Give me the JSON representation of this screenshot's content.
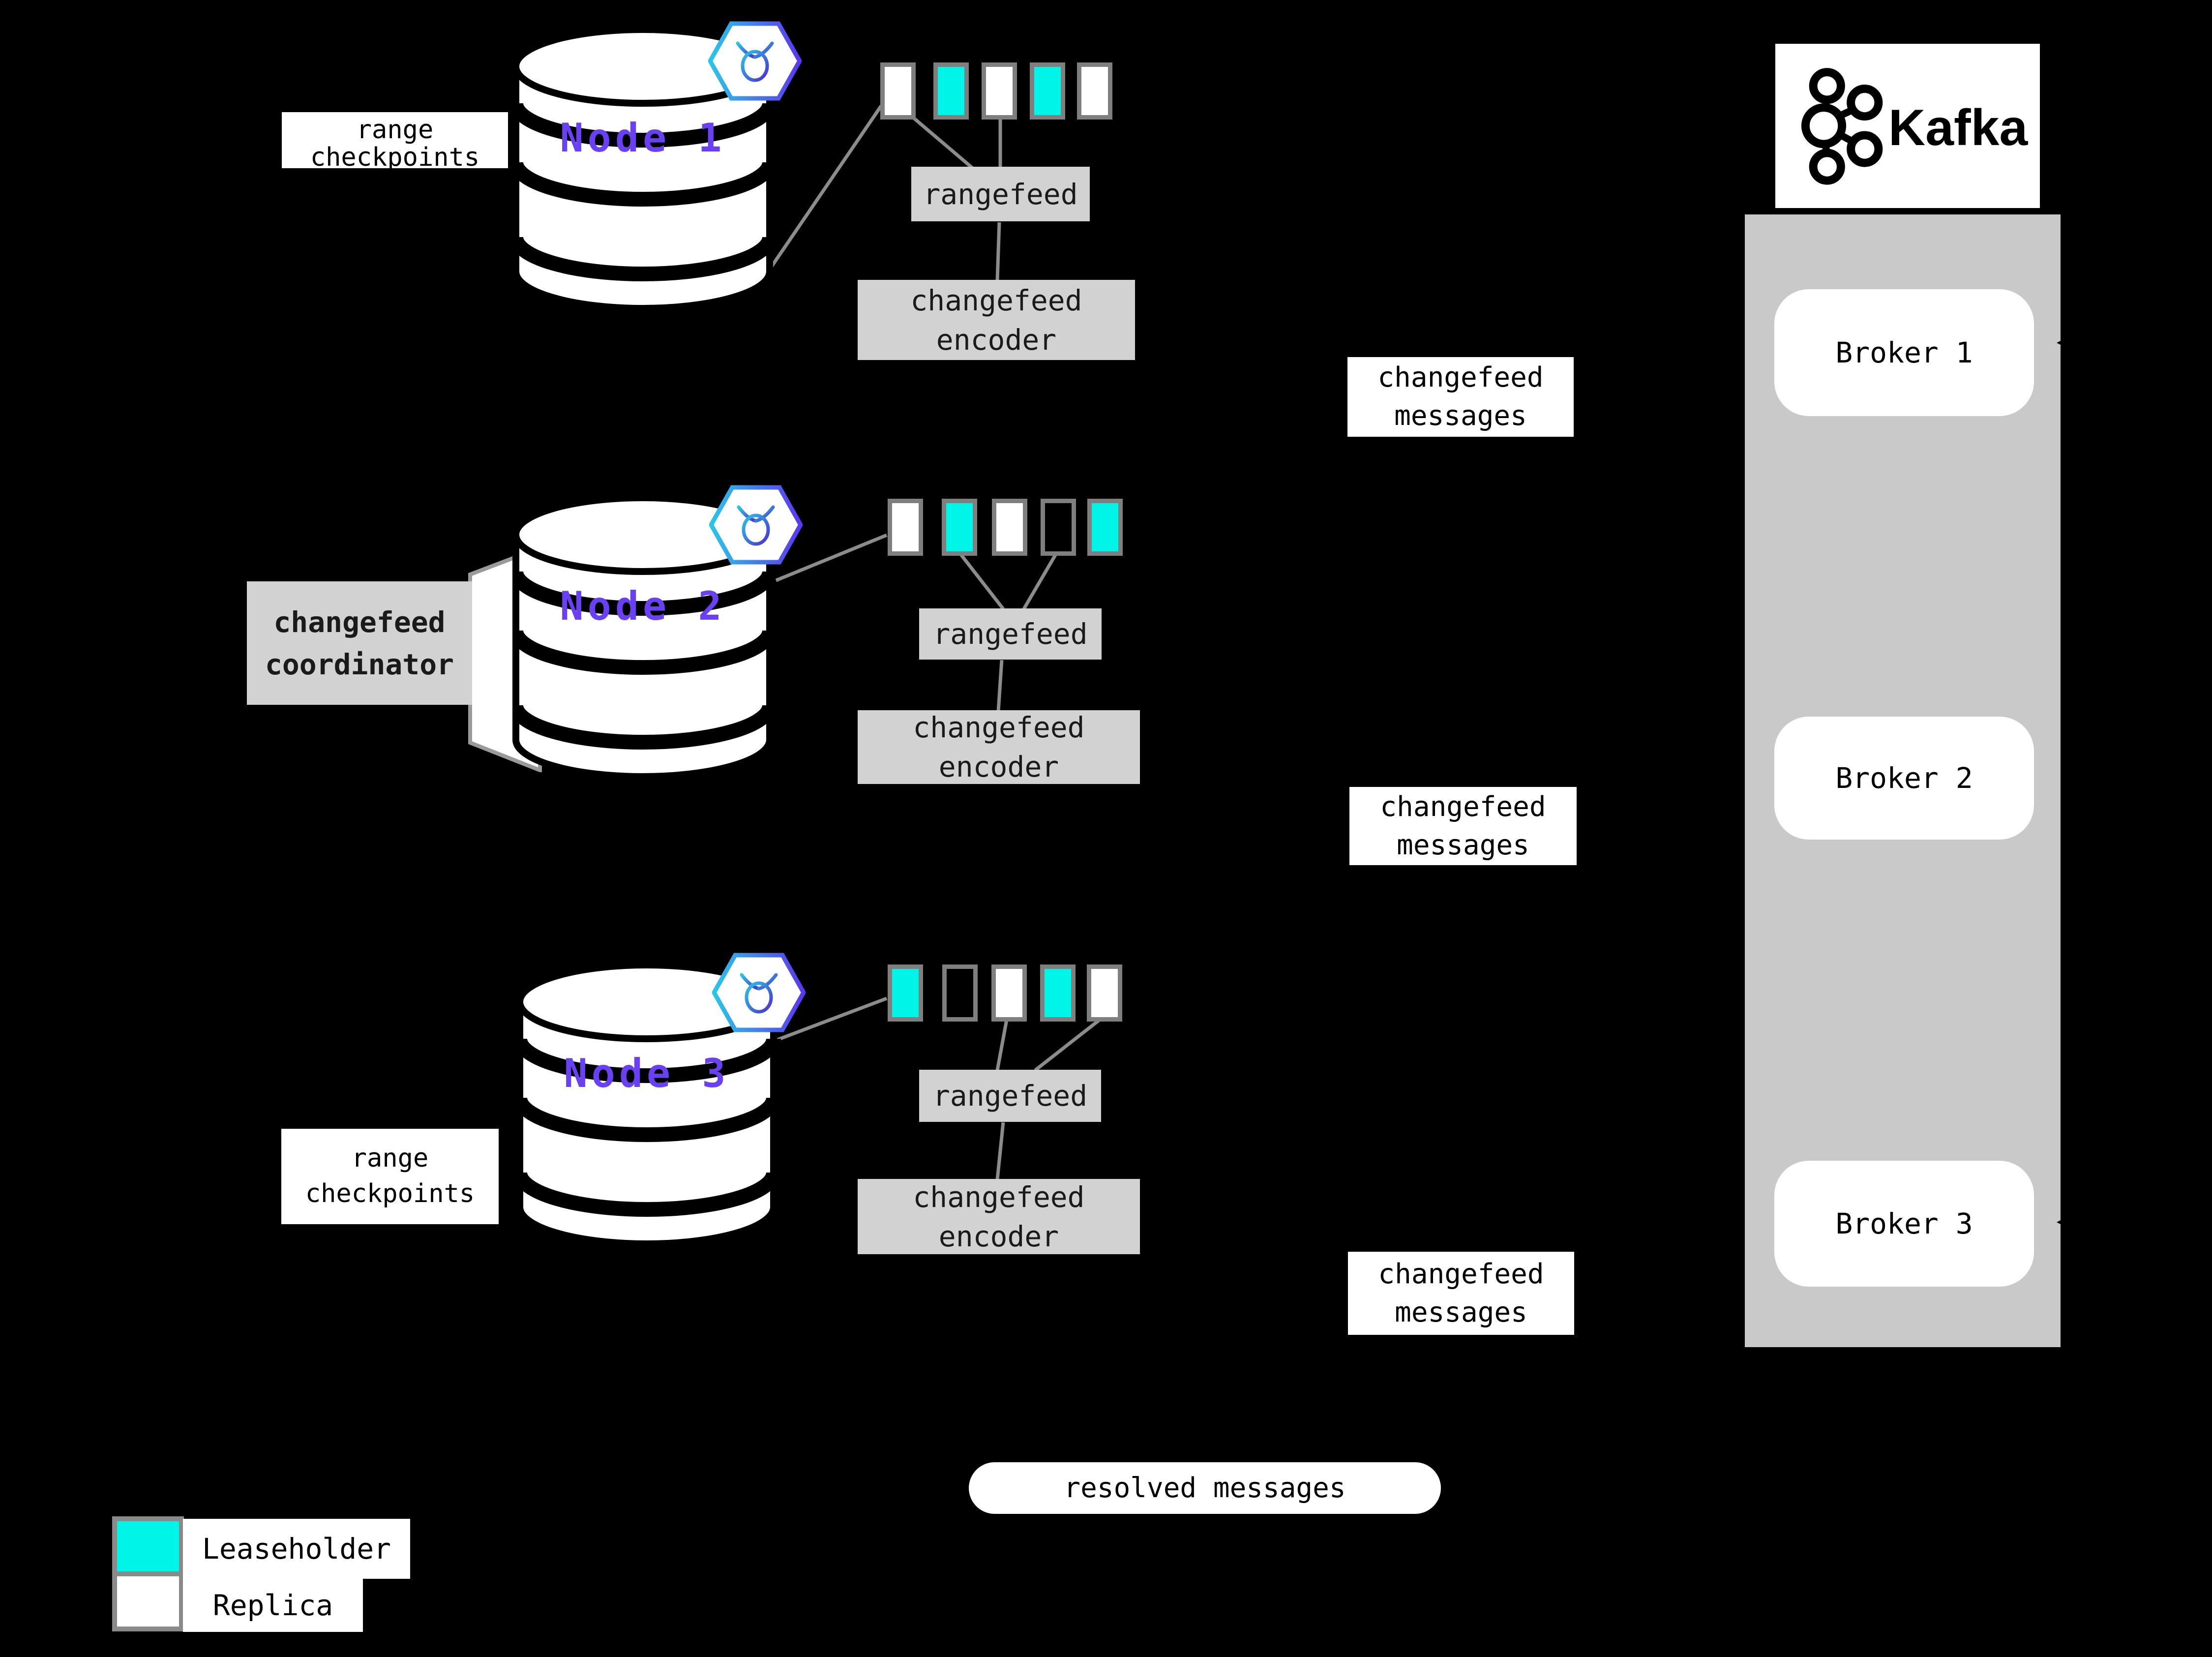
{
  "colors": {
    "background": "#000000",
    "leaseholder": "#00f5e9",
    "replica": "#ffffff",
    "empty_range": "#000000",
    "range_border": "#7f7f7f",
    "connector": "#8c8c8c",
    "gray_box": "#d2d2d2",
    "kafka_column": "#c9c9c9",
    "node_label": "#6941f2",
    "hexagon_gradient_start": "#2bc5e8",
    "hexagon_gradient_end": "#5b37f0"
  },
  "nodes": [
    {
      "label": "Node 1",
      "annotation": "range checkpoints",
      "ranges": [
        "replica",
        "leaseholder",
        "replica",
        "leaseholder",
        "replica"
      ],
      "rangefeed": "rangefeed",
      "encoder": "changefeed encoder",
      "messages": "changefeed messages"
    },
    {
      "label": "Node 2",
      "annotation": "changefeed coordinator",
      "ranges": [
        "replica",
        "leaseholder",
        "replica",
        "empty",
        "leaseholder"
      ],
      "rangefeed": "rangefeed",
      "encoder": "changefeed encoder",
      "messages": "changefeed messages"
    },
    {
      "label": "Node 3",
      "annotation": "range checkpoints",
      "ranges": [
        "leaseholder",
        "empty",
        "replica",
        "leaseholder",
        "replica"
      ],
      "rangefeed": "rangefeed",
      "encoder": "changefeed encoder",
      "messages": "changefeed messages"
    }
  ],
  "kafka": {
    "name": "Kafka",
    "brokers": [
      {
        "label": "Broker 1"
      },
      {
        "label": "Broker 2"
      },
      {
        "label": "Broker 3"
      }
    ]
  },
  "resolved_pill": "resolved messages",
  "legend": {
    "items": [
      {
        "type": "leaseholder",
        "label": "Leaseholder"
      },
      {
        "type": "replica",
        "label": "Replica"
      }
    ]
  }
}
